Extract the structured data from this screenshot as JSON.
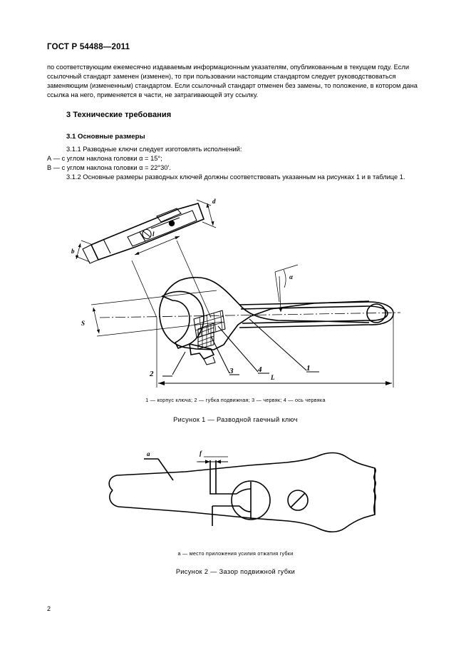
{
  "document": {
    "standard_header": "ГОСТ Р 54488—2011",
    "page_number": "2"
  },
  "body": {
    "paragraph_1": "по соответствующим ежемесячно издаваемым информационным указателям, опубликованным в текущем году. Если ссылочный стандарт заменен (изменен), то при пользовании настоящим стандартом следует руководство­ваться заменяющим (измененным) стандартом. Если ссылочный стандарт отменен без замены, то положение, в котором дана ссылка на него, применяется в части, не затрагивающей эту ссылку."
  },
  "sections": {
    "section_3_title": "3  Технические требования",
    "subsection_3_1_title": "3.1  Основные размеры",
    "clause_3_1_1": "3.1.1  Разводные ключи следует изготовлять исполнений:",
    "variant_a": "А — с углом наклона головки α = 15°;",
    "variant_b": "В — с углом наклона головки α = 22°30′.",
    "clause_3_1_2": "3.1.2  Основные размеры разводных ключей должны соответствовать указанным на рисунках 1 и в таблице 1."
  },
  "figure_1": {
    "legend": "1 — корпус ключа; 2 — губка подвижная; 3 — червяк; 4 — ось червяка",
    "caption": "Рисунок 1 — Разводной гаечный ключ",
    "dimension_labels": [
      "d",
      "b",
      "l",
      "S",
      "L",
      "α"
    ],
    "part_callouts": [
      "2",
      "3",
      "4",
      "1"
    ]
  },
  "figure_2": {
    "legend": "а — место приложения усилия отжатия губки",
    "caption": "Рисунок 2 — Зазор подвижной губки",
    "labels": [
      "а",
      "f"
    ]
  },
  "colors": {
    "ink": "#000000",
    "paper": "#ffffff"
  }
}
